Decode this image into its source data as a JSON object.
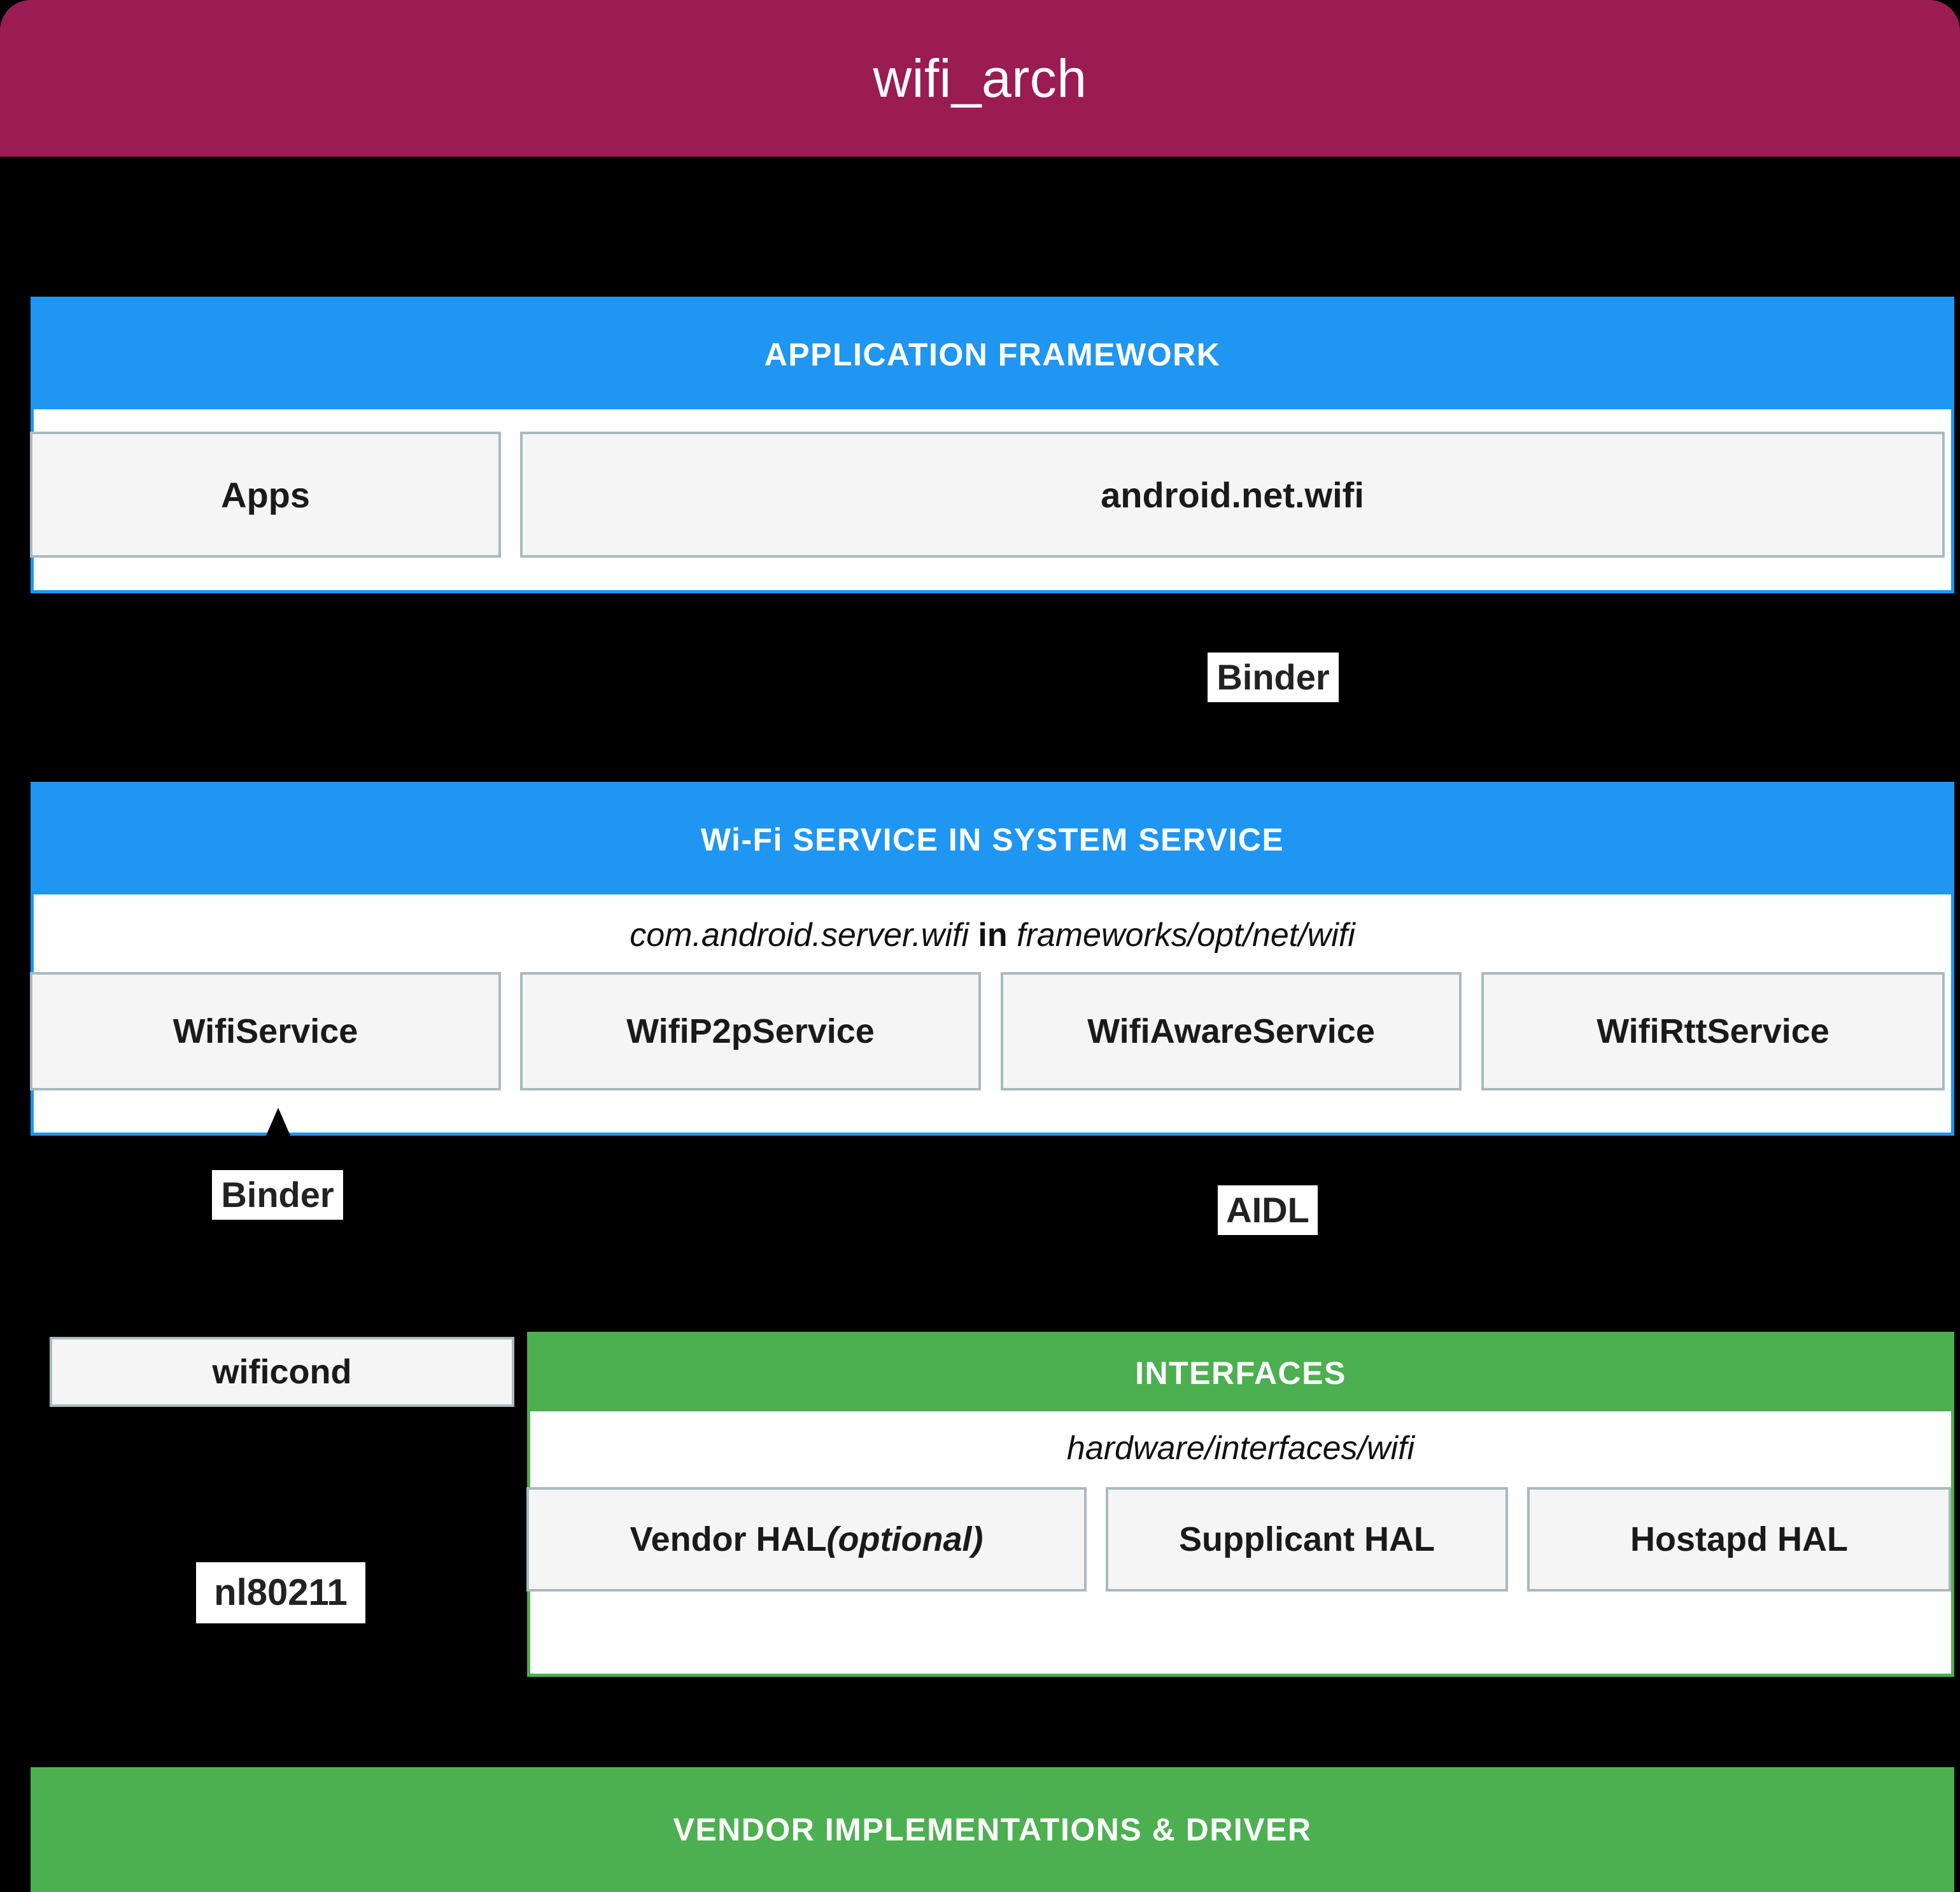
{
  "title": {
    "text": "wifi_arch"
  },
  "colors": {
    "title_bar": "#9B1B53",
    "framework_blue": "#1E96F2",
    "interfaces_green": "#4CAF50",
    "box_fill": "#f5f5f5",
    "box_border": "#A9BAC0",
    "background": "#000000",
    "white": "#ffffff"
  },
  "layers": {
    "application_framework": {
      "header": "APPLICATION FRAMEWORK",
      "boxes": [
        {
          "label": "Apps"
        },
        {
          "label": "android.net.wifi"
        }
      ]
    },
    "wifi_service": {
      "header": "Wi-Fi SERVICE IN SYSTEM SERVICE",
      "caption_package": "com.android.server.wifi",
      "caption_connector": "in",
      "caption_path": "frameworks/opt/net/wifi",
      "boxes": [
        {
          "label": "WifiService"
        },
        {
          "label": "WifiP2pService"
        },
        {
          "label": "WifiAwareService"
        },
        {
          "label": "WifiRttService"
        }
      ]
    },
    "interfaces": {
      "header": "INTERFACES",
      "caption_path": "hardware/interfaces/wifi",
      "boxes": [
        {
          "label": "Vendor HAL ",
          "label_optional": "(optional)"
        },
        {
          "label": "Supplicant HAL"
        },
        {
          "label": "Hostapd HAL"
        }
      ]
    },
    "vendor": {
      "header": "VENDOR IMPLEMENTATIONS & DRIVER"
    }
  },
  "standalone_boxes": [
    {
      "label": "wificond"
    }
  ],
  "edge_labels": [
    {
      "label": "Binder"
    },
    {
      "label": "Binder"
    },
    {
      "label": "AIDL"
    },
    {
      "label": "nl80211"
    }
  ]
}
